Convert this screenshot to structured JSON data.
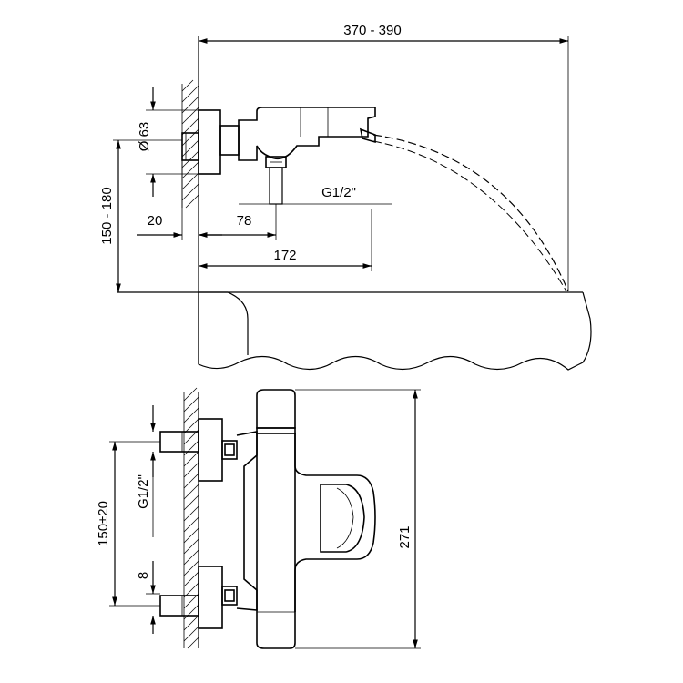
{
  "dimensions": {
    "projection": "370 - 390",
    "diameter": "Ø 63",
    "height_range": "150 - 180",
    "wall_gap": "20",
    "inlet_offset": "78",
    "thread_top": "G1/2\"",
    "spout_length": "172",
    "centers": "150±20",
    "thread_front": "G1/2\"",
    "eight": "8",
    "body_height": "271"
  },
  "colors": {
    "line": "#000000",
    "background": "#ffffff"
  }
}
